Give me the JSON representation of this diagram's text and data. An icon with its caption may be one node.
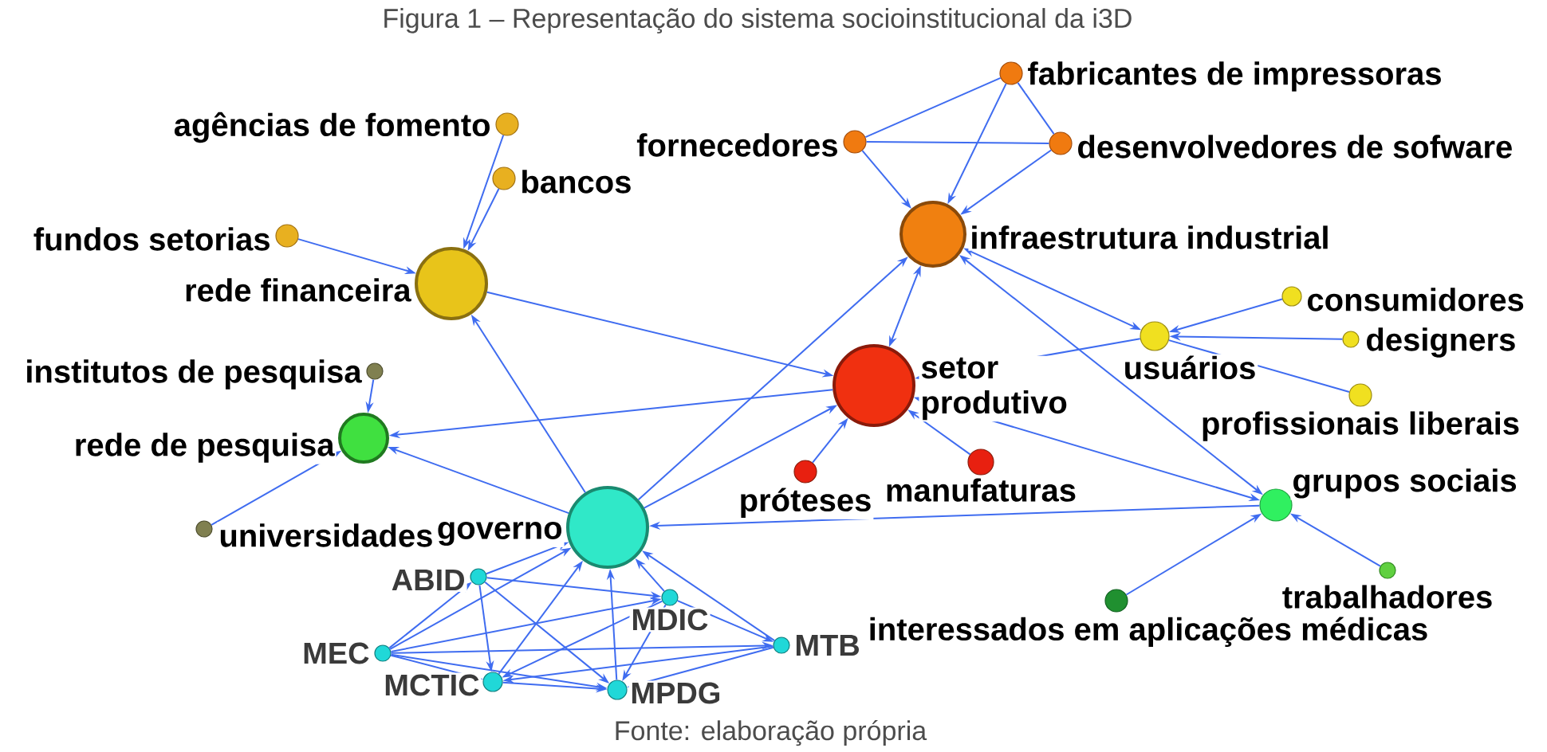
{
  "diagram": {
    "title": "Figura 1 – Representação do sistema socioinstitucional da i3D",
    "caption": "Fonte: elaboração própria",
    "nodes": [
      {
        "text": [
          "rede financeira"
        ]
      },
      {
        "text": [
          "agências de fomento"
        ]
      },
      {
        "text": [
          "bancos"
        ]
      },
      {
        "text": [
          "fundos setorias"
        ]
      },
      {
        "text": [
          "infraestrutura industrial"
        ]
      },
      {
        "text": [
          "fabricantes de impressoras"
        ]
      },
      {
        "text": [
          "fornecedores"
        ]
      },
      {
        "text": [
          "desenvolvedores de sofware"
        ]
      },
      {
        "text": [
          "setor produtivo"
        ]
      },
      {
        "text": [
          "usuários"
        ]
      },
      {
        "text": [
          "consumidores"
        ]
      },
      {
        "text": [
          "designers"
        ]
      },
      {
        "text": [
          "profissionais liberais"
        ]
      },
      {
        "text": [
          "rede de pesquisa"
        ]
      },
      {
        "text": [
          "institutos de pesquisa"
        ]
      },
      {
        "text": [
          "universidades"
        ]
      },
      {
        "text": [
          "governo"
        ]
      },
      {
        "text": [
          "próteses"
        ]
      },
      {
        "text": [
          "manufaturas"
        ]
      },
      {
        "text": [
          "grupos sociais"
        ]
      },
      {
        "text": [
          "trabalhadores"
        ]
      },
      {
        "text": [
          "interessados em aplicações médicas"
        ]
      },
      {
        "text": [
          "MEC"
        ]
      },
      {
        "text": [
          "ABID"
        ]
      },
      {
        "text": [
          "MDIC"
        ]
      },
      {
        "text": [
          "MTB"
        ]
      },
      {
        "text": [
          "MCTIC"
        ]
      },
      {
        "text": [
          "MPDG"
        ]
      }
    ],
    "edges": [
      {
        "from": 1,
        "to": 0,
        "arrow": "to"
      },
      {
        "from": 2,
        "to": 0,
        "arrow": "to"
      },
      {
        "from": 3,
        "to": 0,
        "arrow": "to"
      },
      {
        "from": 0,
        "to": 8,
        "arrow": "to"
      },
      {
        "from": 16,
        "to": 0,
        "arrow": "to"
      },
      {
        "from": 6,
        "to": 4,
        "arrow": "to"
      },
      {
        "from": 5,
        "to": 4,
        "arrow": "to"
      },
      {
        "from": 7,
        "to": 4,
        "arrow": "to"
      },
      {
        "from": 5,
        "to": 6,
        "arrow": "none"
      },
      {
        "from": 5,
        "to": 7,
        "arrow": "none"
      },
      {
        "from": 6,
        "to": 7,
        "arrow": "none"
      },
      {
        "from": 4,
        "to": 8,
        "arrow": "both"
      },
      {
        "from": 16,
        "to": 4,
        "arrow": "to"
      },
      {
        "from": 4,
        "to": 9,
        "arrow": "both"
      },
      {
        "from": 4,
        "to": 19,
        "arrow": "both"
      },
      {
        "from": 10,
        "to": 9,
        "arrow": "to"
      },
      {
        "from": 11,
        "to": 9,
        "arrow": "to"
      },
      {
        "from": 12,
        "to": 9,
        "arrow": "none"
      },
      {
        "from": 9,
        "to": 8,
        "arrow": "to"
      },
      {
        "from": 8,
        "to": 13,
        "arrow": "to"
      },
      {
        "from": 14,
        "to": 13,
        "arrow": "to"
      },
      {
        "from": 15,
        "to": 13,
        "arrow": "to"
      },
      {
        "from": 16,
        "to": 13,
        "arrow": "to"
      },
      {
        "from": 16,
        "to": 8,
        "arrow": "to"
      },
      {
        "from": 17,
        "to": 8,
        "arrow": "to"
      },
      {
        "from": 18,
        "to": 8,
        "arrow": "to"
      },
      {
        "from": 8,
        "to": 19,
        "arrow": "both"
      },
      {
        "from": 19,
        "to": 16,
        "arrow": "to"
      },
      {
        "from": 20,
        "to": 19,
        "arrow": "to"
      },
      {
        "from": 21,
        "to": 19,
        "arrow": "to"
      },
      {
        "from": 22,
        "to": 16,
        "arrow": "to"
      },
      {
        "from": 23,
        "to": 16,
        "arrow": "to"
      },
      {
        "from": 24,
        "to": 16,
        "arrow": "to"
      },
      {
        "from": 25,
        "to": 16,
        "arrow": "to"
      },
      {
        "from": 26,
        "to": 16,
        "arrow": "to"
      },
      {
        "from": 27,
        "to": 16,
        "arrow": "to"
      },
      {
        "from": 22,
        "to": 23,
        "arrow": "to"
      },
      {
        "from": 22,
        "to": 24,
        "arrow": "to"
      },
      {
        "from": 22,
        "to": 25,
        "arrow": "to"
      },
      {
        "from": 22,
        "to": 26,
        "arrow": "to"
      },
      {
        "from": 22,
        "to": 27,
        "arrow": "to"
      },
      {
        "from": 23,
        "to": 24,
        "arrow": "to"
      },
      {
        "from": 23,
        "to": 26,
        "arrow": "to"
      },
      {
        "from": 23,
        "to": 27,
        "arrow": "to"
      },
      {
        "from": 24,
        "to": 25,
        "arrow": "to"
      },
      {
        "from": 24,
        "to": 26,
        "arrow": "to"
      },
      {
        "from": 24,
        "to": 27,
        "arrow": "to"
      },
      {
        "from": 25,
        "to": 26,
        "arrow": "to"
      },
      {
        "from": 25,
        "to": 27,
        "arrow": "to"
      },
      {
        "from": 26,
        "to": 27,
        "arrow": "to"
      }
    ]
  }
}
